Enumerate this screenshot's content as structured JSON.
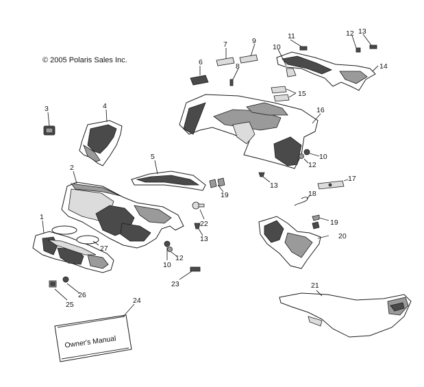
{
  "copyright": "© 2005 Polaris Sales Inc.",
  "manual_label": "Owner's Manual",
  "callouts": {
    "c1": "1",
    "c2": "2",
    "c3": "3",
    "c4": "4",
    "c5": "5",
    "c6": "6",
    "c7": "7",
    "c8": "8",
    "c9": "9",
    "c10a": "10",
    "c11": "11",
    "c12a": "12",
    "c13a": "13",
    "c14": "14",
    "c15": "15",
    "c16": "16",
    "c10b": "10",
    "c12b": "12",
    "c13b": "13",
    "c17": "17",
    "c18": "18",
    "c19a": "19",
    "c19b": "19",
    "c20": "20",
    "c21": "21",
    "c22": "22",
    "c13c": "13",
    "c10c": "10",
    "c12c": "12",
    "c23": "23",
    "c24": "24",
    "c25": "25",
    "c26": "26",
    "c27": "27"
  }
}
